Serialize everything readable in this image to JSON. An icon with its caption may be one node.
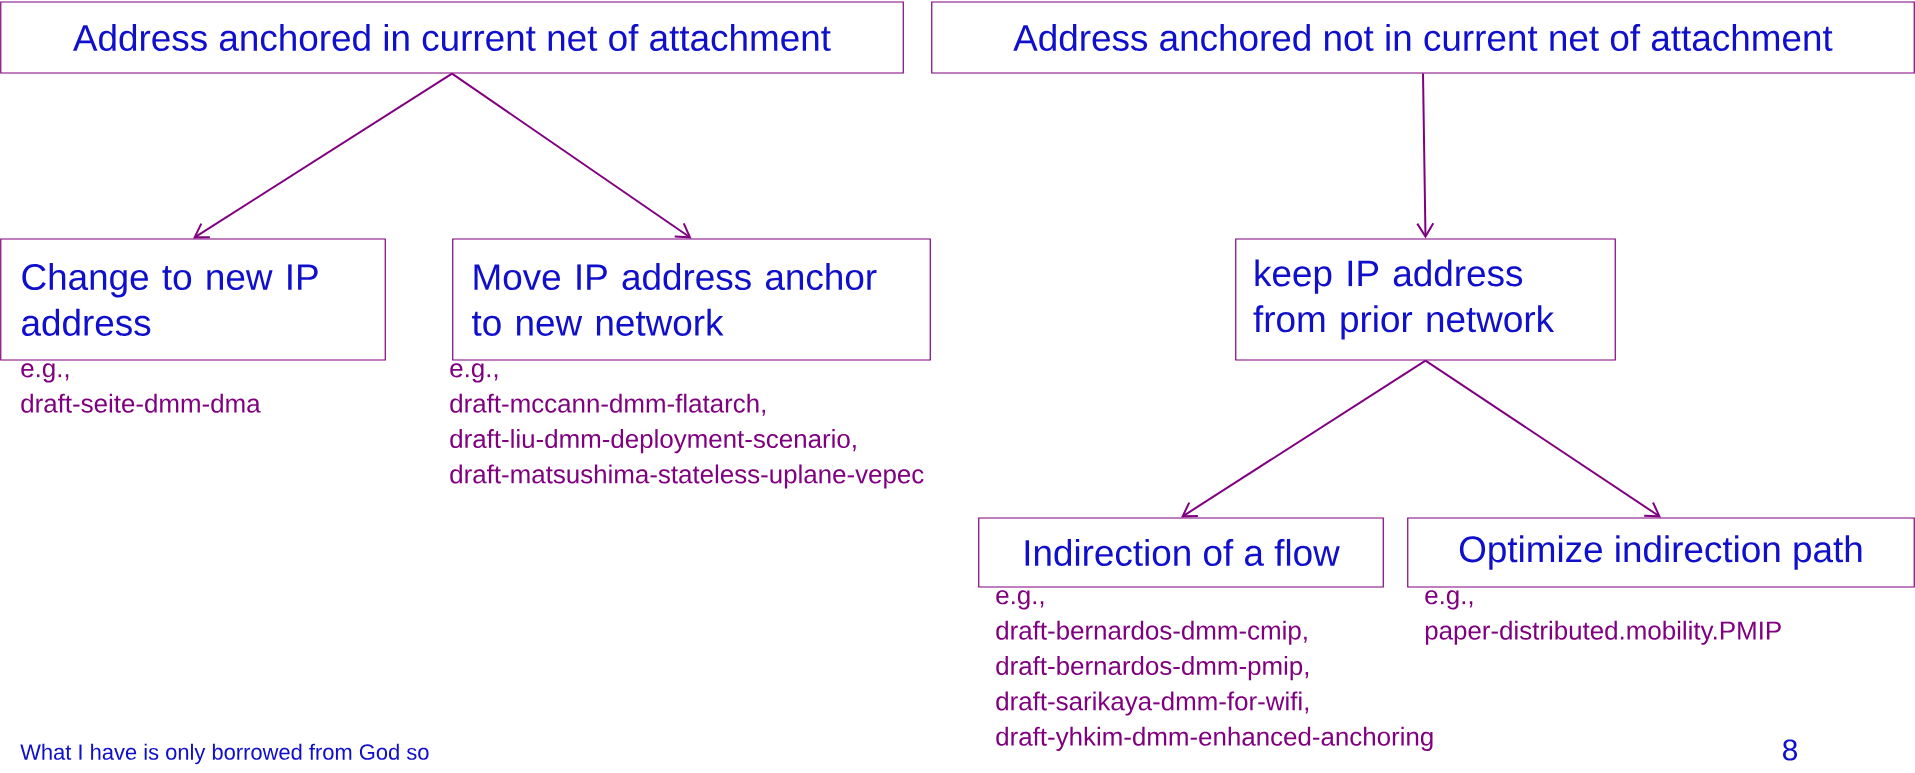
{
  "diagram": {
    "nodes": [
      {
        "text": [
          "Address anchored in current net of attachment"
        ]
      },
      {
        "text": [
          "Address anchored not in current net of attachment"
        ]
      },
      {
        "text": [
          "Change to new IP address"
        ],
        "beside": [
          "e.g.,",
          "draft-seite-dmm-dma"
        ]
      },
      {
        "text": [
          "Move IP address anchor to new network"
        ],
        "beside": [
          "e.g.,",
          "draft-mccann-dmm-flatarch,",
          "draft-liu-dmm-deployment-scenario,",
          "draft-matsushima-stateless-uplane-vepec"
        ]
      },
      {
        "text": [
          "keep IP address from prior network"
        ]
      },
      {
        "text": [
          "Indirection of a flow"
        ],
        "beside": [
          "e.g.,",
          "draft-bernardos-dmm-cmip,",
          "draft-bernardos-dmm-pmip,",
          "draft-sarikaya-dmm-for-wifi,",
          "draft-yhkim-dmm-enhanced-anchoring"
        ]
      },
      {
        "text": [
          "Optimize indirection path"
        ],
        "beside": [
          "e.g.,",
          "paper-distributed.mobility.PMIP"
        ]
      }
    ],
    "edges": [
      {
        "from": 0,
        "to": 2,
        "arrow": "to"
      },
      {
        "from": 0,
        "to": 3,
        "arrow": "to"
      },
      {
        "from": 1,
        "to": 4,
        "arrow": "to"
      },
      {
        "from": 4,
        "to": 5,
        "arrow": "to"
      },
      {
        "from": 4,
        "to": 6,
        "arrow": "to"
      }
    ],
    "labels": [
      "What I have is only borrowed from God so",
      "8"
    ]
  }
}
